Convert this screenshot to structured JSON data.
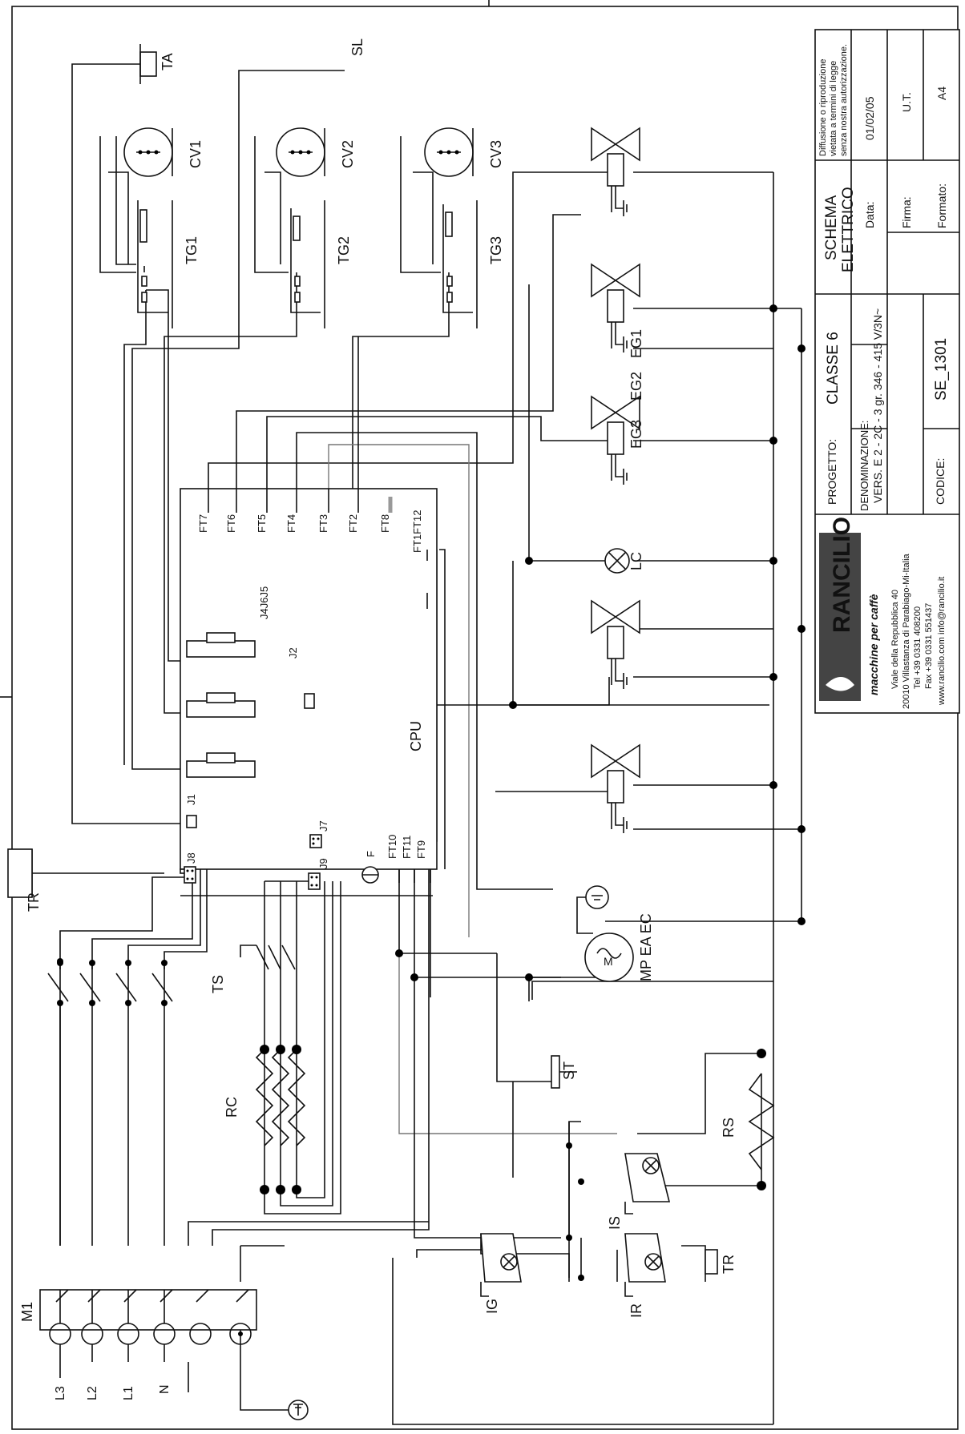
{
  "diagram": {
    "labels": {
      "TA": "TA",
      "SL": "SL",
      "CV1": "CV1",
      "CV2": "CV2",
      "CV3": "CV3",
      "TG1": "TG1",
      "TG2": "TG2",
      "TG3": "TG3",
      "EG3": "EG3",
      "EG2": "EG2",
      "EG1": "EG1",
      "FT7": "FT7",
      "FT6": "FT6",
      "FT5": "FT5",
      "FT4": "FT4",
      "FT3": "FT3",
      "FT2": "FT2",
      "FT8": "FT8",
      "FT1FT12": "FT1FT12",
      "LC": "LC",
      "J4J6J5": "J4J6J5",
      "J2": "J2",
      "CPU": "CPU",
      "J1": "J1",
      "J7": "J7",
      "J8": "J8",
      "J9": "J9",
      "F": "F",
      "FT10": "FT10",
      "FT11": "FT11",
      "FT9": "FT9",
      "MP_EA_EC": "MP EA EC",
      "M": "M",
      "TR_top": "TR",
      "TS": "TS",
      "ST": "ST",
      "RC": "RC",
      "RS": "RS",
      "IS": "IS",
      "IG": "IG",
      "IR": "IR",
      "TR_bottom": "TR",
      "M1": "M1",
      "L3": "L3",
      "L2": "L2",
      "L1": "L1",
      "N": "N"
    }
  },
  "title_block": {
    "notice": [
      "Diffusione o riproduzione",
      "vietata a termini di legge",
      "senza nostra autorizzazione."
    ],
    "data_label": "Data:",
    "data_value": "01/02/05",
    "firma_label": "Firma:",
    "firma_value": "U.T.",
    "formato_label": "Formato:",
    "formato_value": "A4",
    "schema_title": [
      "SCHEMA",
      "ELETTRICO"
    ],
    "progetto_label": "PROGETTO:",
    "progetto_value": "CLASSE 6",
    "denominazione_label": "DENOMINAZIONE:",
    "denominazione_value": "VERS.  E  2 - 2C - 3  gr.   346 - 415 V/3N~",
    "codice_label": "CODICE:",
    "codice_value": "SE_1301",
    "logo_text": "RANCILIO",
    "logo_tagline": "macchine per caffè",
    "address": [
      "Viale della Repubblica 40",
      "20010 Villastanza di Parabiago-Mi-Italia",
      "Tel +39 0331 408200",
      "Fax +39 0331 551437",
      "www.rancilio.com   info@rancilio.it"
    ]
  }
}
